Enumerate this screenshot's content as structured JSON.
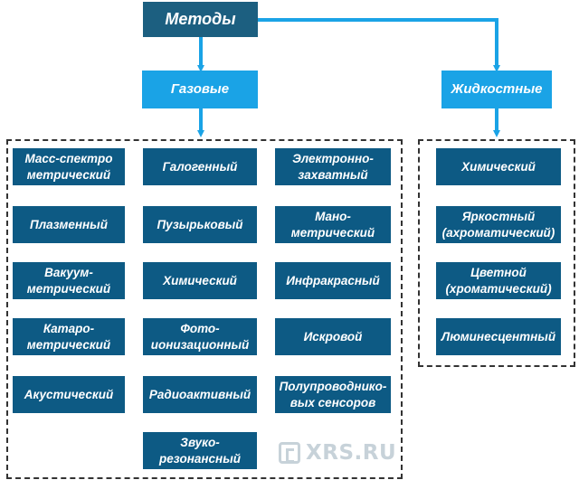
{
  "root": {
    "label": "Методы"
  },
  "branches": {
    "gas": {
      "label": "Газовые",
      "items": [
        "Масс-спектро метрический",
        "Галогенный",
        "Электронно-захватный",
        "Плазменный",
        "Пузырьковый",
        "Мано-метрический",
        "Вакуум-метрический",
        "Химический",
        "Инфракрасный",
        "Катаро-метрический",
        "Фото-ионизационный",
        "Искровой",
        "Акустический",
        "Радиоактивный",
        "Полупроводнико-вых сенсоров",
        "Звуко-резонансный"
      ]
    },
    "liquid": {
      "label": "Жидкостные",
      "items": [
        "Химический",
        "Яркостный (ахроматический)",
        "Цветной (хроматический)",
        "Люминесцентный"
      ]
    }
  },
  "watermark": {
    "text": "XRS.RU"
  },
  "colors": {
    "root": "#1c5f80",
    "branch": "#1aa3e6",
    "leaf": "#0d5a84",
    "connector": "#1aa3e6"
  }
}
